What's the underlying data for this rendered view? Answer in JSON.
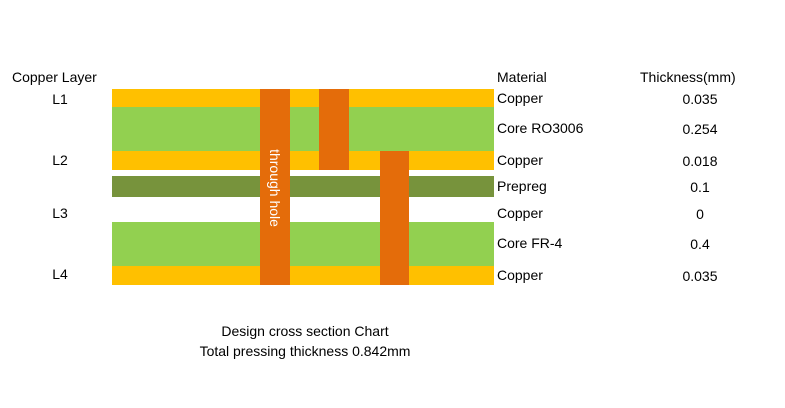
{
  "headers": {
    "copper_layer": "Copper Layer",
    "material": "Material",
    "thickness": "Thickness(mm)"
  },
  "copper_layers": [
    "L1",
    "L2",
    "L3",
    "L4"
  ],
  "stack": [
    {
      "material": "Copper",
      "thickness": "0.035"
    },
    {
      "material": "Core RO3006",
      "thickness": "0.254"
    },
    {
      "material": "Copper",
      "thickness": "0.018"
    },
    {
      "material": "Prepreg",
      "thickness": "0.1"
    },
    {
      "material": "Copper",
      "thickness": "0"
    },
    {
      "material": "Core FR-4",
      "thickness": "0.4"
    },
    {
      "material": "Copper",
      "thickness": "0.035"
    }
  ],
  "via_label": "through hole",
  "caption": {
    "line1": "Design cross section Chart",
    "line2": "Total pressing thickness 0.842mm"
  },
  "colors": {
    "copper": "#ffc000",
    "core": "#92d050",
    "prepreg": "#77933c",
    "via": "#e46c0a"
  }
}
